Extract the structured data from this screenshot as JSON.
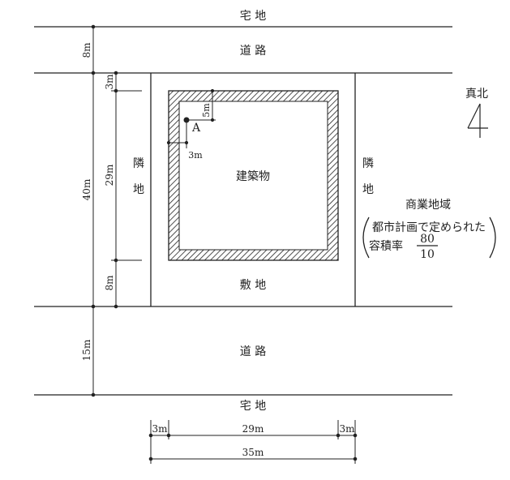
{
  "colors": {
    "line": "#222222",
    "background": "#ffffff",
    "hatch": "#222222"
  },
  "labels": {
    "takuchi_top": "宅 地",
    "road_top": "道 路",
    "rinchi_left_1": "隣",
    "rinchi_left_2": "地",
    "rinchi_right_1": "隣",
    "rinchi_right_2": "地",
    "building": "建築物",
    "shikichi": "敷 地",
    "road_bottom": "道 路",
    "takuchi_bottom": "宅 地",
    "point_a": "A",
    "true_north": "真北"
  },
  "zoning": {
    "title": "商業地域",
    "line1": "都市計画で定められた",
    "line2_label": "容積率",
    "ratio_numerator": "80",
    "ratio_denominator": "10"
  },
  "dimensions": {
    "road_top_width": "8m",
    "site_depth": "40m",
    "front_setback": "3m",
    "building_depth": "29m",
    "rear_setback": "8m",
    "road_bottom_width": "15m",
    "a_offset_vertical": "5m",
    "a_offset_horizontal": "3m",
    "left_setback": "3m",
    "building_width": "29m",
    "right_setback": "3m",
    "site_width": "35m"
  }
}
